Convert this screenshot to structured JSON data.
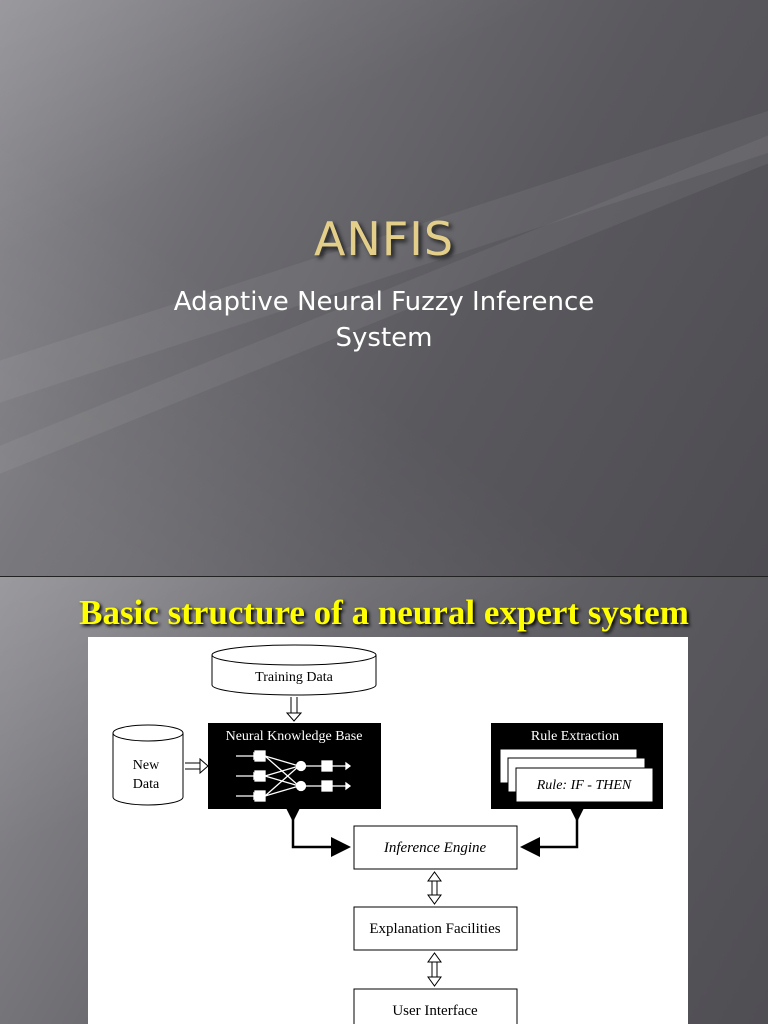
{
  "slide1": {
    "title": "ANFIS",
    "subtitle": "Adaptive Neural Fuzzy Inference System"
  },
  "slide2": {
    "title": "Basic structure of a neural expert system",
    "diagram": {
      "training_data": "Training Data",
      "new_data_line1": "New",
      "new_data_line2": "Data",
      "neural_kb": "Neural Knowledge Base",
      "rule_extraction": "Rule Extraction",
      "rule": "Rule: IF - THEN",
      "inference_engine": "Inference Engine",
      "explanation": "Explanation Facilities",
      "user_interface": "User Interface"
    }
  }
}
